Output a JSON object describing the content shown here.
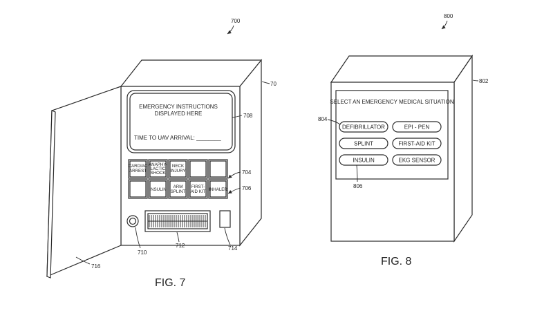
{
  "fig7": {
    "ref_number": "700",
    "caption": "FIG. 7",
    "screen": {
      "line1": "EMERGENCY INSTRUCTIONS",
      "line2": "DISPLAYED HERE",
      "arrival_label": "TIME TO UAV ARRIVAL: ________"
    },
    "buttons_row1": [
      {
        "line1": "CARDIAC",
        "line2": "ARREST",
        "line3": ""
      },
      {
        "line1": "ANAPHY-",
        "line2": "LACTIC",
        "line3": "SHOCK"
      },
      {
        "line1": "NECK",
        "line2": "INJURY",
        "line3": ""
      },
      {
        "line1": "",
        "line2": "",
        "line3": ""
      },
      {
        "line1": "",
        "line2": "",
        "line3": ""
      }
    ],
    "buttons_row2": [
      {
        "line1": "",
        "line2": ""
      },
      {
        "line1": "INSULIN",
        "line2": ""
      },
      {
        "line1": "ARM",
        "line2": "SPLINT"
      },
      {
        "line1": "FIRST-",
        "line2": "AID KIT"
      },
      {
        "line1": "INHALER",
        "line2": ""
      }
    ],
    "labels": {
      "cabinet": "70",
      "screen": "708",
      "row1": "704",
      "row2": "706",
      "button_round": "710",
      "speaker": "712",
      "slot": "714",
      "door": "716"
    }
  },
  "fig8": {
    "ref_number": "800",
    "caption": "FIG. 8",
    "panel_title": "SELECT AN EMERGENCY MEDICAL SITUATION",
    "options": [
      "DEFIBRILLATOR",
      "EPI - PEN",
      "SPLINT",
      "FIRST-AID KIT",
      "INSULIN",
      "EKG SENSOR"
    ],
    "labels": {
      "cabinet": "802",
      "option": "804",
      "insulin": "806"
    }
  }
}
